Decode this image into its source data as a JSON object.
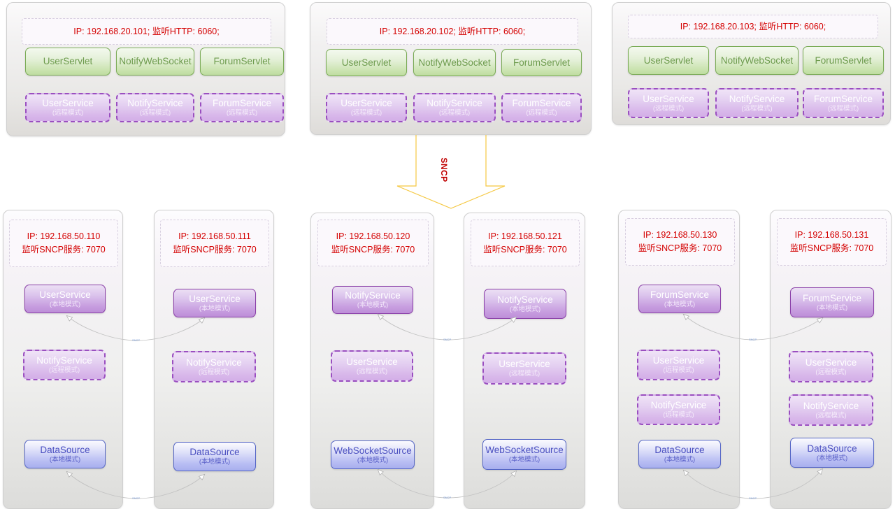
{
  "diagram": {
    "protocol_label": "SNCP",
    "link_label": "SNCP",
    "colors": {
      "ip_text": "#d40000",
      "servlet": "#6d9b4d",
      "service_local": "#bd8ed8",
      "service_remote": "#d3aee7",
      "datasource": "#4a4fc0",
      "arrow": "#f5c842"
    }
  },
  "tier_http": [
    {
      "ip_line": "IP: 192.168.20.101;  监听HTTP: 6060;",
      "servlets": [
        "UserServlet",
        "NotifyWebSocket",
        "ForumServlet"
      ],
      "services": [
        {
          "name": "UserService",
          "mode": "(远程模式)"
        },
        {
          "name": "NotifyService",
          "mode": "(远程模式)"
        },
        {
          "name": "ForumService",
          "mode": "(远程模式)"
        }
      ]
    },
    {
      "ip_line": "IP: 192.168.20.102;  监听HTTP: 6060;",
      "servlets": [
        "UserServlet",
        "NotifyWebSocket",
        "ForumServlet"
      ],
      "services": [
        {
          "name": "UserService",
          "mode": "(远程模式)"
        },
        {
          "name": "NotifyService",
          "mode": "(远程模式)"
        },
        {
          "name": "ForumService",
          "mode": "(远程模式)"
        }
      ]
    },
    {
      "ip_line": "IP: 192.168.20.103;  监听HTTP: 6060;",
      "servlets": [
        "UserServlet",
        "NotifyWebSocket",
        "ForumServlet"
      ],
      "services": [
        {
          "name": "UserService",
          "mode": "(远程模式)"
        },
        {
          "name": "NotifyService",
          "mode": "(远程模式)"
        },
        {
          "name": "ForumService",
          "mode": "(远程模式)"
        }
      ]
    }
  ],
  "tier_sncp": [
    {
      "ip_l1": "IP: 192.168.50.110",
      "ip_l2": "监听SNCP服务: 7070",
      "nodes": [
        {
          "name": "UserService",
          "mode": "(本地模式)",
          "kind": "purple-solid"
        },
        {
          "name": "NotifyService",
          "mode": "(远程模式)",
          "kind": "purple-dashed"
        },
        {
          "name": "DataSource",
          "mode": "(本地模式)",
          "kind": "blue"
        }
      ]
    },
    {
      "ip_l1": "IP: 192.168.50.111",
      "ip_l2": "监听SNCP服务: 7070",
      "nodes": [
        {
          "name": "UserService",
          "mode": "(本地模式)",
          "kind": "purple-solid"
        },
        {
          "name": "NotifyService",
          "mode": "(远程模式)",
          "kind": "purple-dashed"
        },
        {
          "name": "DataSource",
          "mode": "(本地模式)",
          "kind": "blue"
        }
      ]
    },
    {
      "ip_l1": "IP: 192.168.50.120",
      "ip_l2": "监听SNCP服务: 7070",
      "nodes": [
        {
          "name": "NotifyService",
          "mode": "(本地模式)",
          "kind": "purple-solid"
        },
        {
          "name": "UserService",
          "mode": "(远程模式)",
          "kind": "purple-dashed"
        },
        {
          "name": "WebSocketSource",
          "mode": "(本地模式)",
          "kind": "blue"
        }
      ]
    },
    {
      "ip_l1": "IP: 192.168.50.121",
      "ip_l2": "监听SNCP服务: 7070",
      "nodes": [
        {
          "name": "NotifyService",
          "mode": "(本地模式)",
          "kind": "purple-solid"
        },
        {
          "name": "UserService",
          "mode": "(远程模式)",
          "kind": "purple-dashed"
        },
        {
          "name": "WebSocketSource",
          "mode": "(本地模式)",
          "kind": "blue"
        }
      ]
    },
    {
      "ip_l1": "IP: 192.168.50.130",
      "ip_l2": "监听SNCP服务: 7070",
      "nodes": [
        {
          "name": "ForumService",
          "mode": "(本地模式)",
          "kind": "purple-solid"
        },
        {
          "name": "UserService",
          "mode": "(远程模式)",
          "kind": "purple-dashed"
        },
        {
          "name": "NotifyService",
          "mode": "(远程模式)",
          "kind": "purple-dashed"
        },
        {
          "name": "DataSource",
          "mode": "(本地模式)",
          "kind": "blue"
        }
      ]
    },
    {
      "ip_l1": "IP: 192.168.50.131",
      "ip_l2": "监听SNCP服务: 7070",
      "nodes": [
        {
          "name": "ForumService",
          "mode": "(本地模式)",
          "kind": "purple-solid"
        },
        {
          "name": "UserService",
          "mode": "(远程模式)",
          "kind": "purple-dashed"
        },
        {
          "name": "NotifyService",
          "mode": "(远程模式)",
          "kind": "purple-dashed"
        },
        {
          "name": "DataSource",
          "mode": "(本地模式)",
          "kind": "blue"
        }
      ]
    }
  ]
}
